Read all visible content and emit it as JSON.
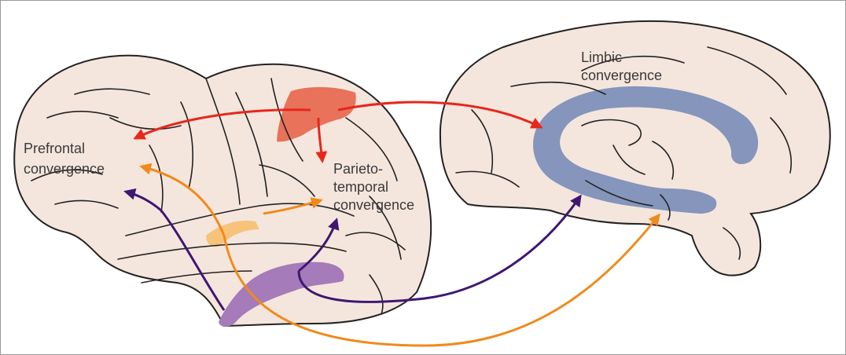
{
  "labels": {
    "prefrontal": [
      "Prefrontal",
      "convergence"
    ],
    "parietotemporal": [
      "Parieto-",
      "temporal",
      "convergence"
    ],
    "limbic": [
      "Limbic",
      "convergence"
    ]
  },
  "colors": {
    "background": "#ffffff",
    "brain_fill": "#f5e6dd",
    "outline": "#222222",
    "red_pathway": "#e8261c",
    "orange_pathway": "#f08a1c",
    "purple_pathway": "#3f1772",
    "parietal_region": "#e8725a",
    "auditory_region": "#f7c27a",
    "temporal_region": "#a57bb9",
    "limbic_region": "#8595bb"
  }
}
